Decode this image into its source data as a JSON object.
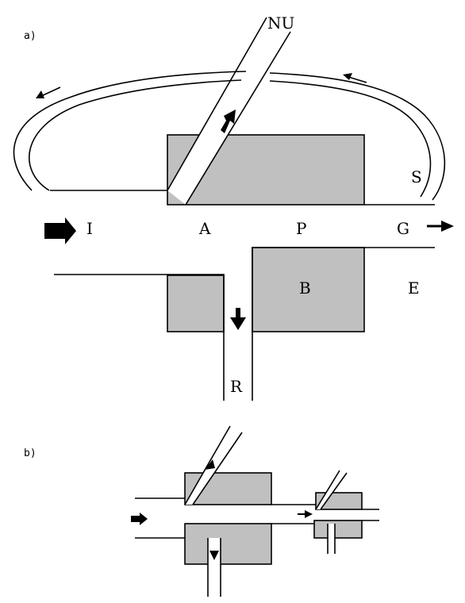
{
  "panels": {
    "a": {
      "label": "a)",
      "labels": {
        "nu": "NU",
        "s": "S",
        "i": "I",
        "a": "A",
        "p": "P",
        "g": "G",
        "b": "B",
        "e": "E",
        "r": "R"
      }
    },
    "b": {
      "label": "b)"
    }
  },
  "colors": {
    "block_fill": "#c0c0c0",
    "line": "#000000",
    "background": "#ffffff"
  }
}
